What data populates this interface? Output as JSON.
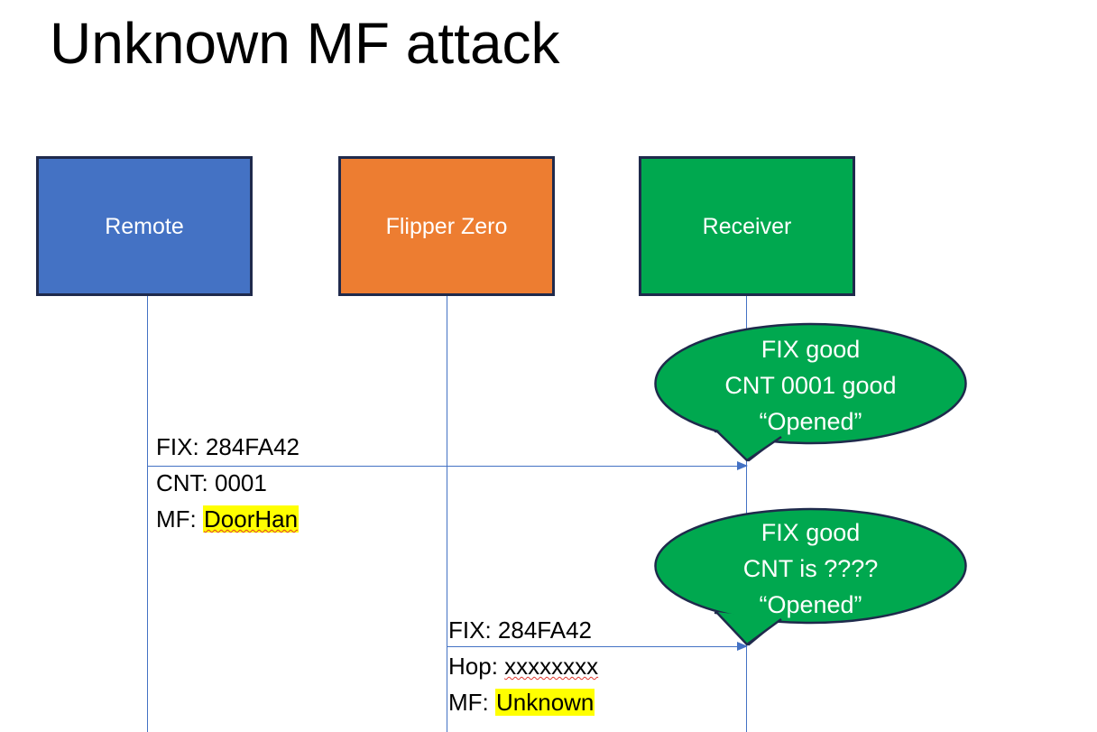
{
  "slide": {
    "title": "Unknown MF attack",
    "background_color": "#FFFFFF"
  },
  "colors": {
    "remote_blue": "#4472C4",
    "flipper_orange": "#ED7D31",
    "receiver_green": "#00A84F",
    "box_border_navy": "#1F2A4C",
    "lifeline_blue": "#4472C4",
    "highlight_yellow": "#FFFF00",
    "spellcheck_red": "#E03A2F",
    "text_black": "#000000",
    "bubble_text_white": "#FFFFFF"
  },
  "actors": [
    {
      "id": "remote",
      "label": "Remote",
      "fill": "#4472C4"
    },
    {
      "id": "flipper",
      "label": "Flipper Zero",
      "fill": "#ED7D31"
    },
    {
      "id": "receiver",
      "label": "Receiver",
      "fill": "#00A84F"
    }
  ],
  "messages": [
    {
      "id": "msg-1",
      "from": "remote",
      "to": "receiver",
      "lines": [
        {
          "label": "FIX: ",
          "value": "284FA42",
          "highlight": false,
          "spellcheck": false
        },
        {
          "label": "CNT: ",
          "value": "0001",
          "highlight": false,
          "spellcheck": false
        },
        {
          "label": "MF: ",
          "value": "DoorHan",
          "highlight": true,
          "spellcheck": true
        }
      ]
    },
    {
      "id": "msg-2",
      "from": "flipper",
      "to": "receiver",
      "lines": [
        {
          "label": "FIX: ",
          "value": "284FA42",
          "highlight": false,
          "spellcheck": false
        },
        {
          "label": "Hop: ",
          "value": "xxxxxxxx",
          "highlight": false,
          "spellcheck": true
        },
        {
          "label": "MF: ",
          "value": "Unknown",
          "highlight": true,
          "spellcheck": false
        }
      ]
    }
  ],
  "bubbles": [
    {
      "id": "bubble-1",
      "owner": "receiver",
      "lines": [
        "FIX good",
        "CNT 0001 good",
        "“Opened”"
      ]
    },
    {
      "id": "bubble-2",
      "owner": "receiver",
      "lines": [
        "FIX good",
        "CNT is ????",
        "“Opened”"
      ]
    }
  ]
}
